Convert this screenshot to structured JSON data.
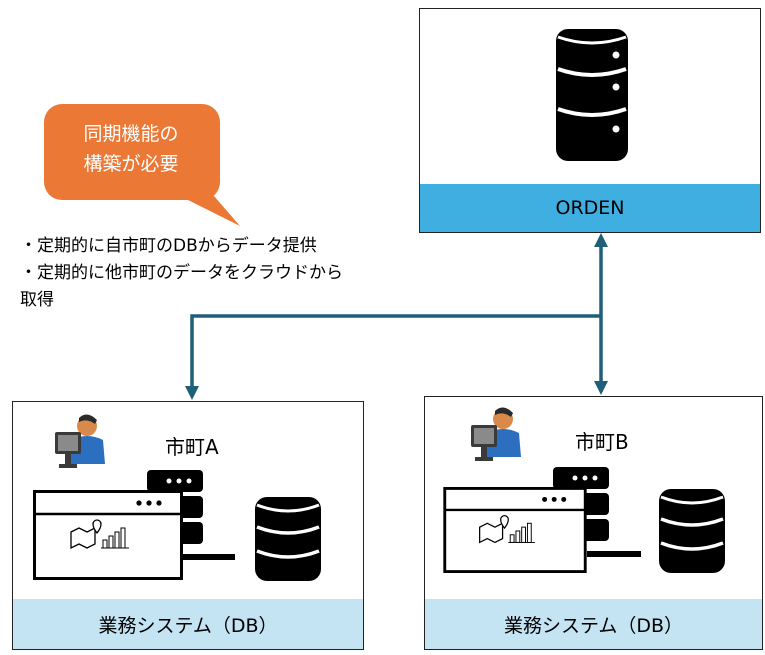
{
  "bubble": {
    "lines": [
      "同期機能の",
      "構築が必要"
    ]
  },
  "notes": [
    "・定期的に自市町のDBからデータ提供",
    "・定期的に他市町のデータをクラウドから",
    "取得"
  ],
  "orden": {
    "label": "ORDEN"
  },
  "cities": [
    {
      "name": "市町A",
      "system_label": "業務システム（DB）"
    },
    {
      "name": "市町B",
      "system_label": "業務システム（DB）"
    }
  ],
  "colors": {
    "bubble": "#ec7836",
    "orden_band": "#3faee0",
    "system_band": "#c5e4f3",
    "connector": "#1f5f7a"
  }
}
